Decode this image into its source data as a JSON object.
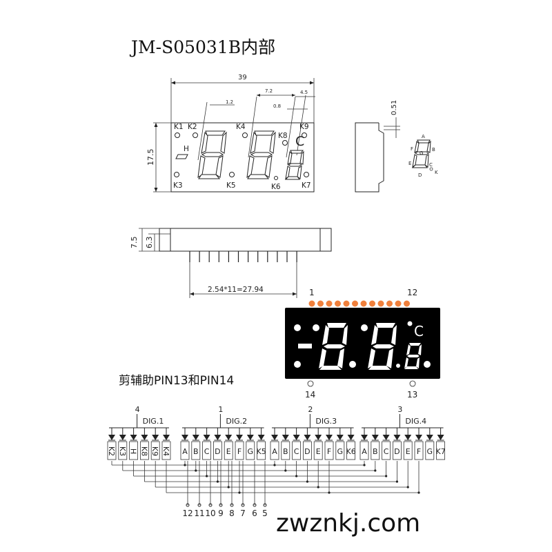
{
  "title": "JM-S05031B内部",
  "dims": {
    "width": "39",
    "height": "17.5",
    "digit_pitch": "7.2",
    "small_pitch": "4.5",
    "slant": "1.2",
    "small_gap": "0.8",
    "side_depth": "0.51",
    "body_height": "7.5",
    "pin_height": "6.3",
    "pin_span": "2.54*11=27.94"
  },
  "front_labels": {
    "k1": "K1",
    "k2": "K2",
    "k4": "K4",
    "k8": "K8",
    "k9": "K9",
    "k3": "K3",
    "k5": "K5",
    "k6": "K6",
    "k7": "K7",
    "h": "H",
    "c": "C"
  },
  "segment_legend": {
    "a": "A",
    "b": "B",
    "c": "C",
    "d": "D",
    "e": "E",
    "f": "F",
    "g": "G",
    "k": "K"
  },
  "pin_labels": {
    "first": "1",
    "last": "12",
    "p14": "14",
    "p13": "13"
  },
  "display": {
    "unit": "°C",
    "pin_color": "#f0803c",
    "bg": "#000000"
  },
  "caption": "剪辅助PIN13和PIN14",
  "schematic": {
    "groups": [
      {
        "num": "4",
        "name": "DIG.1"
      },
      {
        "num": "1",
        "name": "DIG.2"
      },
      {
        "num": "2",
        "name": "DIG.3"
      },
      {
        "num": "3",
        "name": "DIG.4"
      }
    ],
    "segments": [
      "K2",
      "K3",
      "H",
      "K8",
      "K9",
      "K4",
      "A",
      "B",
      "C",
      "D",
      "E",
      "F",
      "G",
      "K5",
      "A",
      "B",
      "C",
      "D",
      "E",
      "F",
      "G",
      "K6",
      "A",
      "B",
      "C",
      "D",
      "E",
      "F",
      "G",
      "K7"
    ],
    "bottom_pins": [
      "12",
      "11",
      "10",
      "9",
      "8",
      "7",
      "6",
      "5"
    ]
  },
  "watermark": "zwznkj.com"
}
